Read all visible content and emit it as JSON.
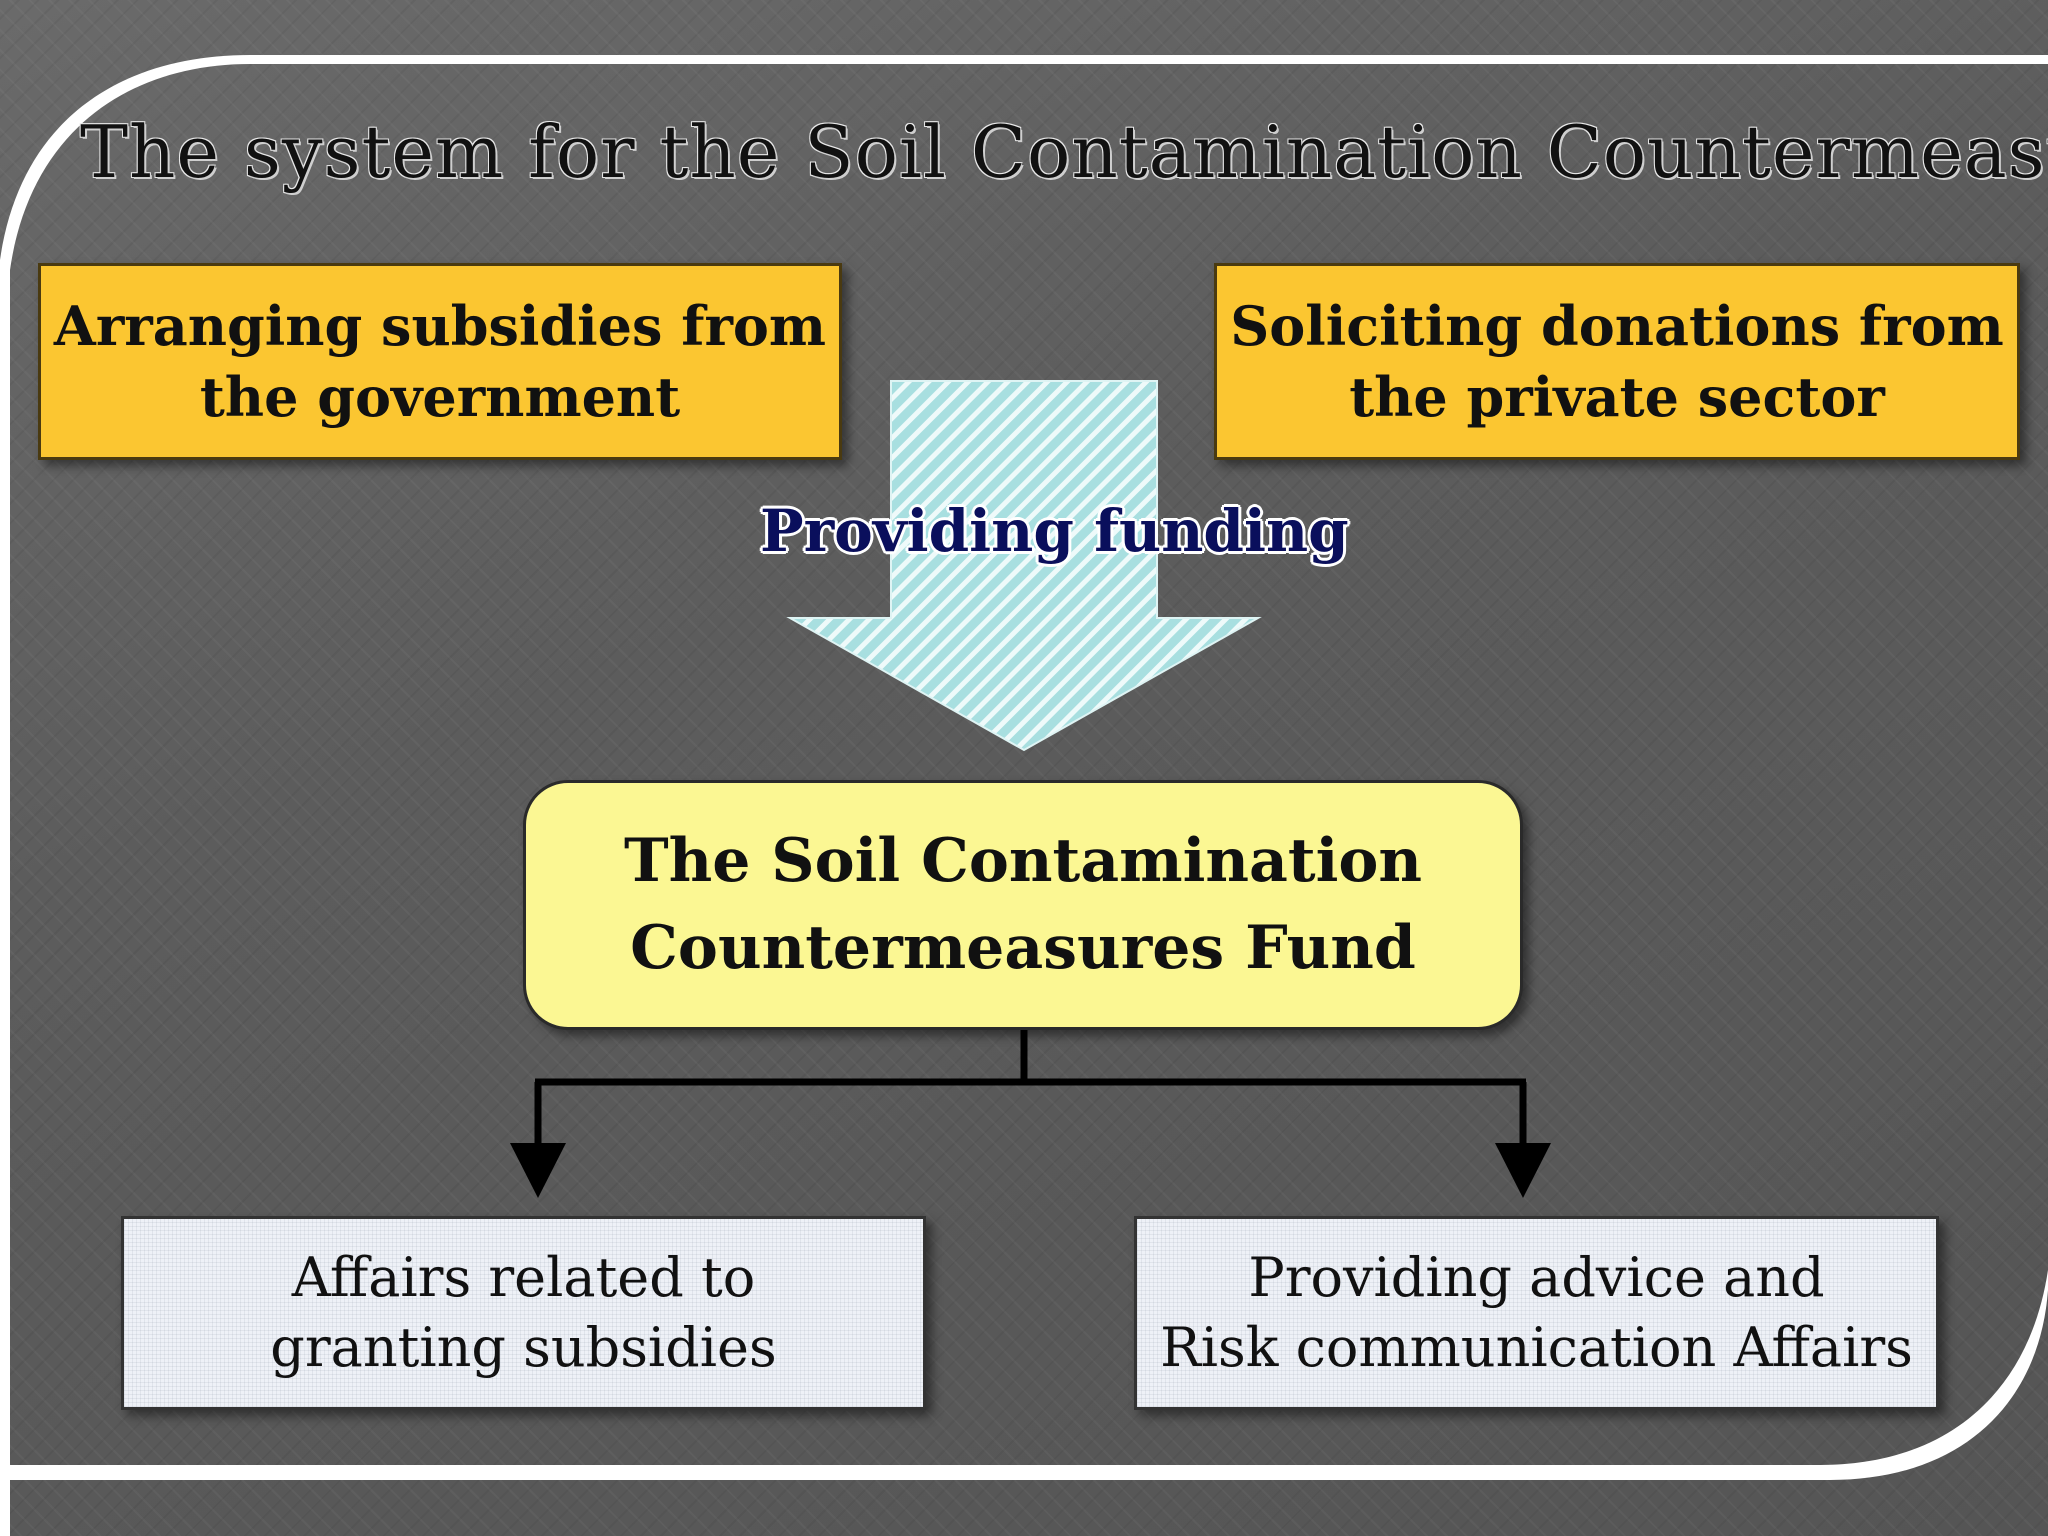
{
  "title": "The system for the Soil Contamination Countermeasures Fund",
  "sources": [
    {
      "line1": "Arranging subsidies from",
      "line2": "the government"
    },
    {
      "line1": "Soliciting donations from",
      "line2": "the private sector"
    }
  ],
  "flow_label": "Providing funding",
  "fund": {
    "line1": "The Soil Contamination",
    "line2": "Countermeasures Fund"
  },
  "tasks": [
    {
      "line1": "Affairs related to",
      "line2": "granting subsidies"
    },
    {
      "line1": "Providing advice and",
      "line2": "Risk communication Affairs"
    }
  ],
  "colors": {
    "source_box": "#fbc631",
    "fund_box": "#fbf793",
    "task_box": "#eef1f7",
    "arrow_fill": "#a8dfe0",
    "label_text": "#0a0f5c"
  }
}
